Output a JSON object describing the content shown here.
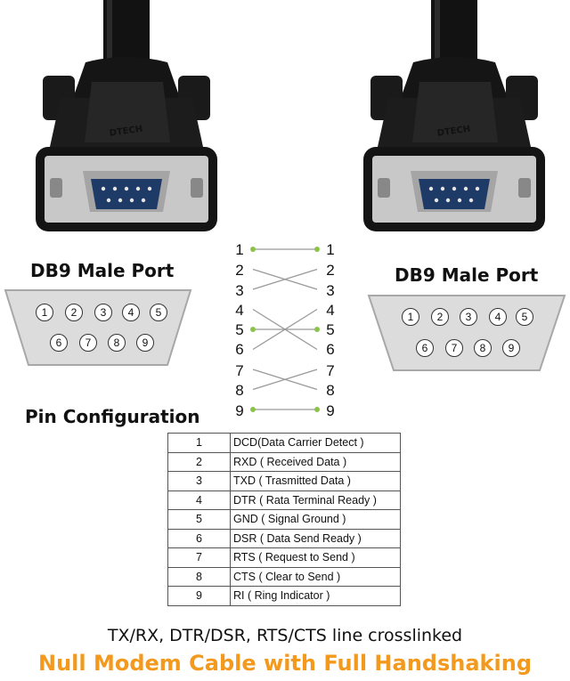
{
  "left_connector": {
    "brand": "DTECH"
  },
  "right_connector": {
    "brand": "DTECH"
  },
  "left_port": {
    "title": "DB9 Male Port",
    "pins_top": [
      "1",
      "2",
      "3",
      "4",
      "5"
    ],
    "pins_bottom": [
      "6",
      "7",
      "8",
      "9"
    ]
  },
  "right_port": {
    "title": "DB9 Male Port",
    "pins_top": [
      "1",
      "2",
      "3",
      "4",
      "5"
    ],
    "pins_bottom": [
      "6",
      "7",
      "8",
      "9"
    ]
  },
  "wiring": {
    "left_numbers": [
      "1",
      "2",
      "3",
      "4",
      "5",
      "6",
      "7",
      "8",
      "9"
    ],
    "right_numbers": [
      "1",
      "2",
      "3",
      "4",
      "5",
      "6",
      "7",
      "8",
      "9"
    ],
    "connections": [
      [
        1,
        1
      ],
      [
        2,
        3
      ],
      [
        3,
        2
      ],
      [
        4,
        6
      ],
      [
        5,
        5
      ],
      [
        6,
        4
      ],
      [
        7,
        8
      ],
      [
        8,
        7
      ],
      [
        9,
        9
      ]
    ],
    "line_color": "#9a9a9a",
    "dot_color": "#8bc34a"
  },
  "pin_config": {
    "title": "Pin Configuration",
    "rows": [
      {
        "pin": "1",
        "desc": "DCD(Data Carrier Detect )"
      },
      {
        "pin": "2",
        "desc": "RXD ( Received Data )"
      },
      {
        "pin": "3",
        "desc": "TXD ( Trasmitted Data )"
      },
      {
        "pin": "4",
        "desc": "DTR ( Rata Terminal Ready )"
      },
      {
        "pin": "5",
        "desc": "GND ( Signal Ground )"
      },
      {
        "pin": "6",
        "desc": "DSR ( Data Send Ready )"
      },
      {
        "pin": "7",
        "desc": "RTS ( Request to Send )"
      },
      {
        "pin": "8",
        "desc": "CTS ( Clear to Send )"
      },
      {
        "pin": "9",
        "desc": "RI ( Ring Indicator )"
      }
    ]
  },
  "footer": {
    "subtitle": "TX/RX, DTR/DSR, RTS/CTS line crosslinked",
    "headline": "Null Modem Cable with Full Handshaking",
    "headline_color": "#f39a1e"
  }
}
